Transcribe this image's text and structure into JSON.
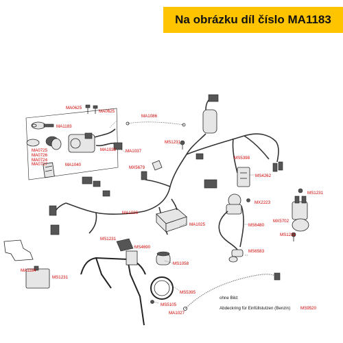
{
  "header": {
    "title": "Na obrázku díl číslo MA1183",
    "accent": "#ffc400"
  },
  "label_color": "#d00000",
  "labels": {
    "ma0625a": "MA0625",
    "ma0625b": "MA0625",
    "ma1183": "MA1183",
    "ma1086": "MA1086",
    "ma0725": "MA0725",
    "ma0726": "MA0726",
    "ma0724": "MA0724",
    "ma0727": "MA0727",
    "ma1040": "MA1040",
    "ma1038": "MA1038",
    "ma1037": "MA1037",
    "ms1231a": "MS1231",
    "ms5398": "MS5398",
    "mx5679": "MX5679",
    "ms4262": "MS4262",
    "ms1231b": "MS1231",
    "mx2223": "MX2223",
    "ma1026": "MA1026",
    "ma1025": "MA1025",
    "ms6480": "MS6480",
    "mx5702": "MX5702",
    "ms1231c": "MS1231",
    "ms4690": "MS4690",
    "ms6583": "MS6583",
    "ma1184": "MA1184",
    "ms1231d": "MS1231",
    "ms1058": "MS1058",
    "ms5395": "MS5395",
    "ms5105": "MS5105",
    "ma1027": "MA1027",
    "ms9520": "MS9520"
  },
  "notes": {
    "ohne_bild": "ohne Bild:",
    "abdeckring": "Abdeckring für Einfüllstutzen (Benzin)"
  }
}
